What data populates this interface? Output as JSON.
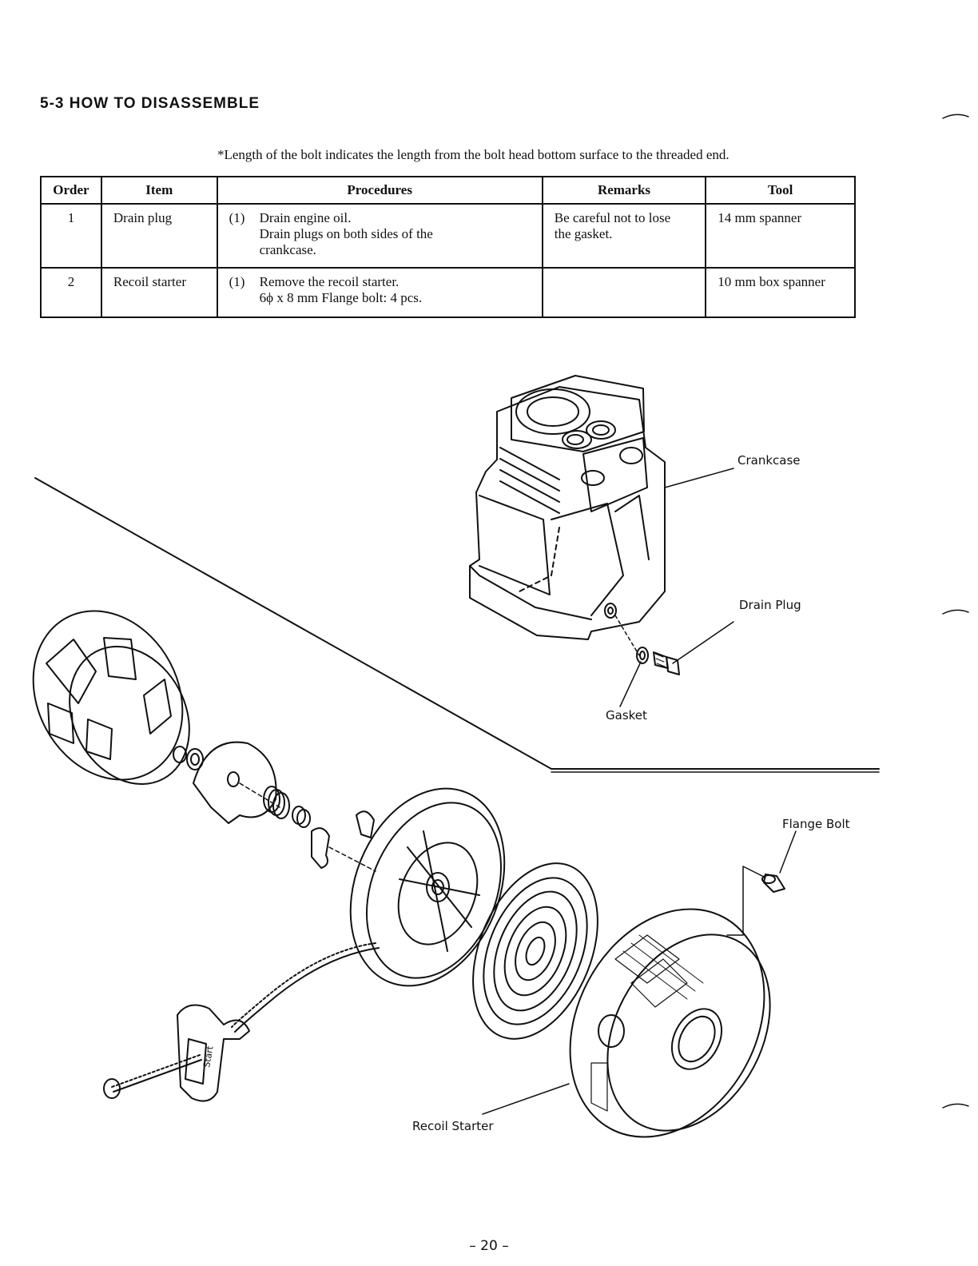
{
  "page": {
    "heading": "5-3 HOW TO DISASSEMBLE",
    "note": "*Length of the bolt indicates the length from the bolt head bottom surface to the threaded end.",
    "page_number": "– 20 –"
  },
  "table": {
    "headers": [
      "Order",
      "Item",
      "Procedures",
      "Remarks",
      "Tool"
    ],
    "rows": [
      {
        "order": "1",
        "item": "Drain plug",
        "step": "(1)",
        "proc_lines": [
          "Drain engine oil.",
          "Drain plugs on both sides of the",
          "crankcase."
        ],
        "remarks_lines": [
          "Be careful not to lose",
          "the gasket."
        ],
        "tool": "14 mm spanner"
      },
      {
        "order": "2",
        "item": "Recoil starter",
        "step": "(1)",
        "proc_lines": [
          "Remove the recoil starter.",
          "6ϕ x 8 mm Flange bolt: 4 pcs."
        ],
        "remarks_lines": [],
        "tool": "10 mm box spanner"
      }
    ]
  },
  "figure": {
    "labels": {
      "crankcase": "Crankcase",
      "drain_plug": "Drain Plug",
      "gasket": "Gasket",
      "flange_bolt": "Flange Bolt",
      "recoil_starter": "Recoil Starter"
    },
    "handle_text": "Start"
  }
}
